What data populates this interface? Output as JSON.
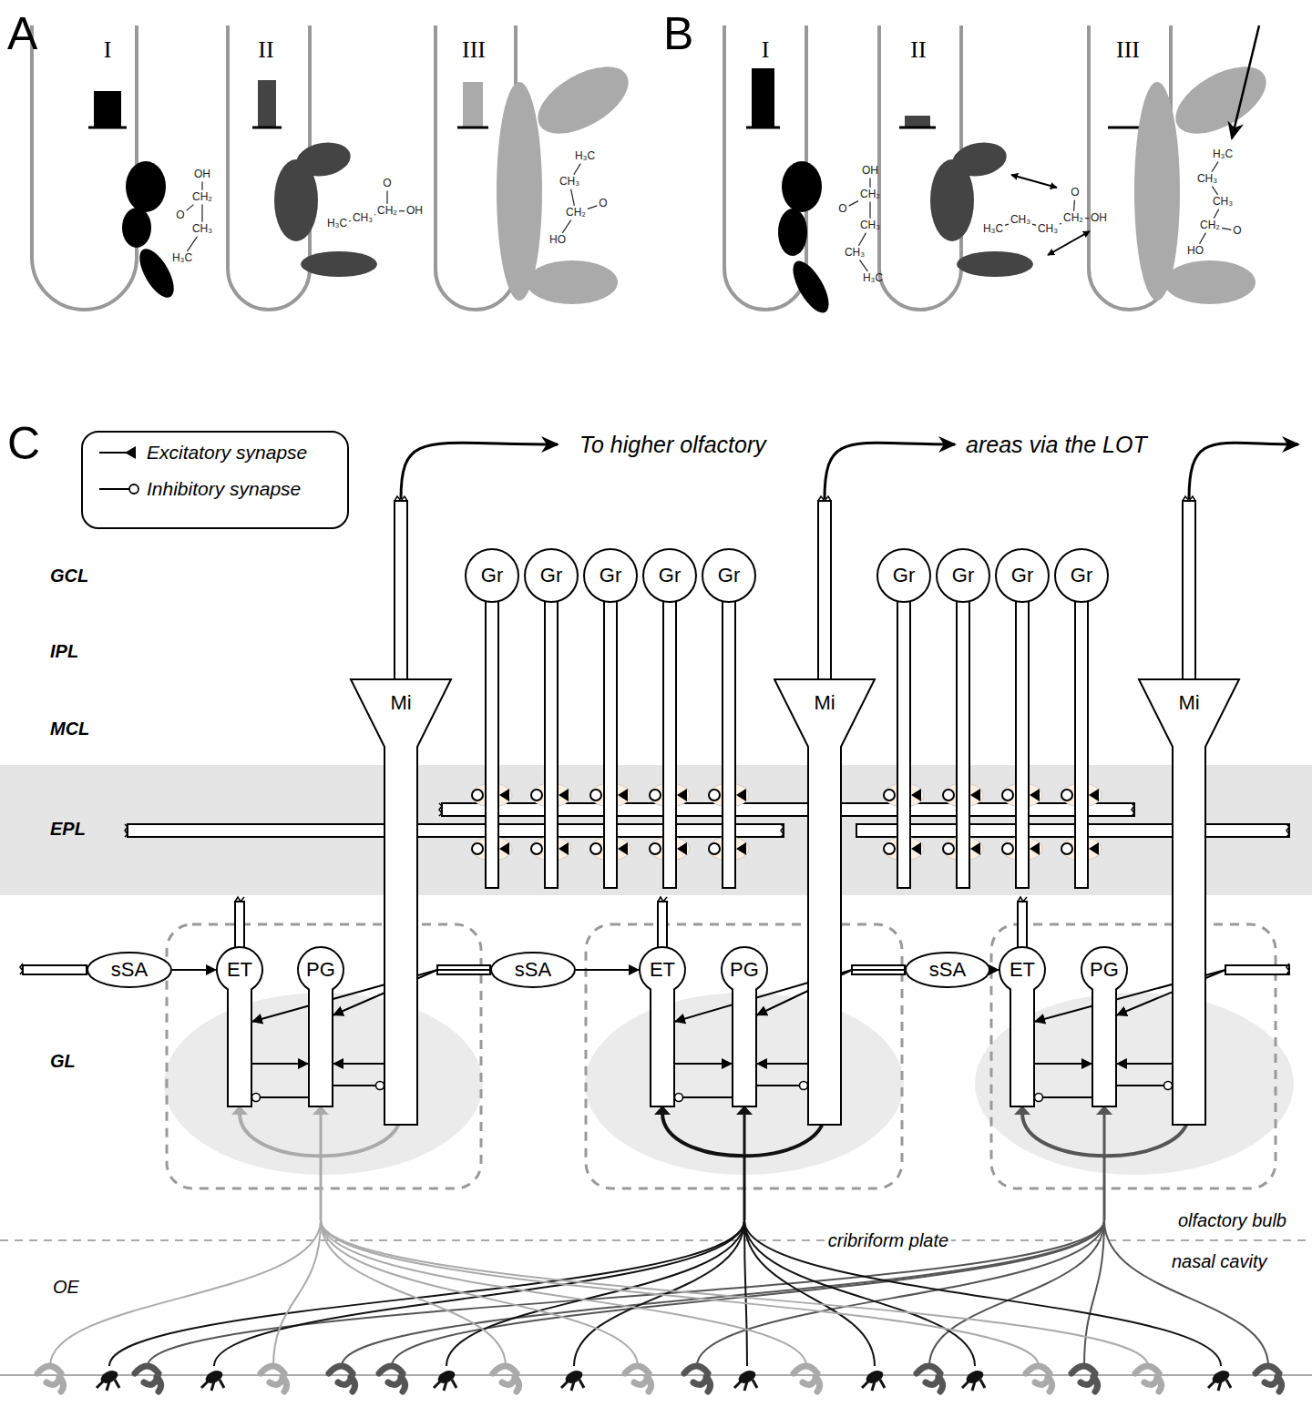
{
  "diagram": {
    "nodes": [
      {
        "text": [
          "Gr"
        ]
      },
      {
        "text": [
          "Gr"
        ]
      },
      {
        "text": [
          "Gr"
        ]
      },
      {
        "text": [
          "Gr"
        ]
      },
      {
        "text": [
          "Gr"
        ]
      },
      {
        "text": [
          "Gr"
        ]
      },
      {
        "text": [
          "Gr"
        ]
      },
      {
        "text": [
          "Gr"
        ]
      },
      {
        "text": [
          "Gr"
        ]
      },
      {
        "text": [
          "Mi"
        ]
      },
      {
        "text": [
          "Mi"
        ]
      },
      {
        "text": [
          "Mi"
        ]
      },
      {
        "text": [
          "sSA"
        ]
      },
      {
        "text": [
          "ET"
        ]
      },
      {
        "text": [
          "PG"
        ]
      },
      {
        "text": [
          "sSA"
        ]
      },
      {
        "text": [
          "ET"
        ]
      },
      {
        "text": [
          "PG"
        ]
      },
      {
        "text": [
          "sSA"
        ]
      },
      {
        "text": [
          "ET"
        ]
      },
      {
        "text": [
          "PG"
        ]
      }
    ],
    "edges": [
      {
        "from": 12,
        "to": 13,
        "arrow": "to"
      },
      {
        "from": 15,
        "to": 13,
        "arrow": "to"
      },
      {
        "from": 15,
        "to": 14,
        "arrow": "to"
      },
      {
        "from": 13,
        "to": 14,
        "arrow": "to"
      },
      {
        "from": 9,
        "to": 14,
        "arrow": "to"
      },
      {
        "from": 14,
        "to": 9,
        "arrow": "to"
      },
      {
        "from": 14,
        "to": 13,
        "arrow": "to"
      },
      {
        "from": 15,
        "to": 16,
        "arrow": "to"
      },
      {
        "from": 18,
        "to": 16,
        "arrow": "to"
      },
      {
        "from": 18,
        "to": 17,
        "arrow": "to"
      },
      {
        "from": 16,
        "to": 17,
        "arrow": "to"
      },
      {
        "from": 10,
        "to": 17,
        "arrow": "to"
      },
      {
        "from": 17,
        "to": 10,
        "arrow": "to"
      },
      {
        "from": 17,
        "to": 16,
        "arrow": "to"
      },
      {
        "from": 18,
        "to": 19,
        "arrow": "to"
      },
      {
        "from": 19,
        "to": 20,
        "arrow": "to"
      },
      {
        "from": 11,
        "to": 20,
        "arrow": "to"
      },
      {
        "from": 20,
        "to": 11,
        "arrow": "to"
      },
      {
        "from": 20,
        "to": 19,
        "arrow": "to"
      }
    ],
    "labels": [
      "A",
      "B",
      "C",
      "I",
      "II",
      "III",
      "I",
      "II",
      "III",
      "O",
      "CH₂",
      "OH",
      "CH₃",
      "H₃C",
      "O",
      "H₃C",
      "CH₃",
      "CH₂",
      "OH",
      "H₃C",
      "CH₃",
      "CH₂",
      "O",
      "HO",
      "O",
      "CH₂",
      "OH",
      "CH₃",
      "CH₃",
      "H₃C",
      "O",
      "H₃C",
      "CH₃",
      "CH₃",
      "CH₂",
      "OH",
      "H₃C",
      "CH₃",
      "CH₃",
      "CH₂",
      "O",
      "HO",
      "GCL",
      "IPL",
      "MCL",
      "EPL",
      "GL",
      "OE",
      "To higher olfactory",
      "areas via the LOT",
      "cribriform plate",
      "olfactory bulb",
      "nasal cavity"
    ],
    "legend": [
      {
        "text": "Excitatory synapse"
      },
      {
        "text": "Inhibitory synapse"
      }
    ]
  }
}
